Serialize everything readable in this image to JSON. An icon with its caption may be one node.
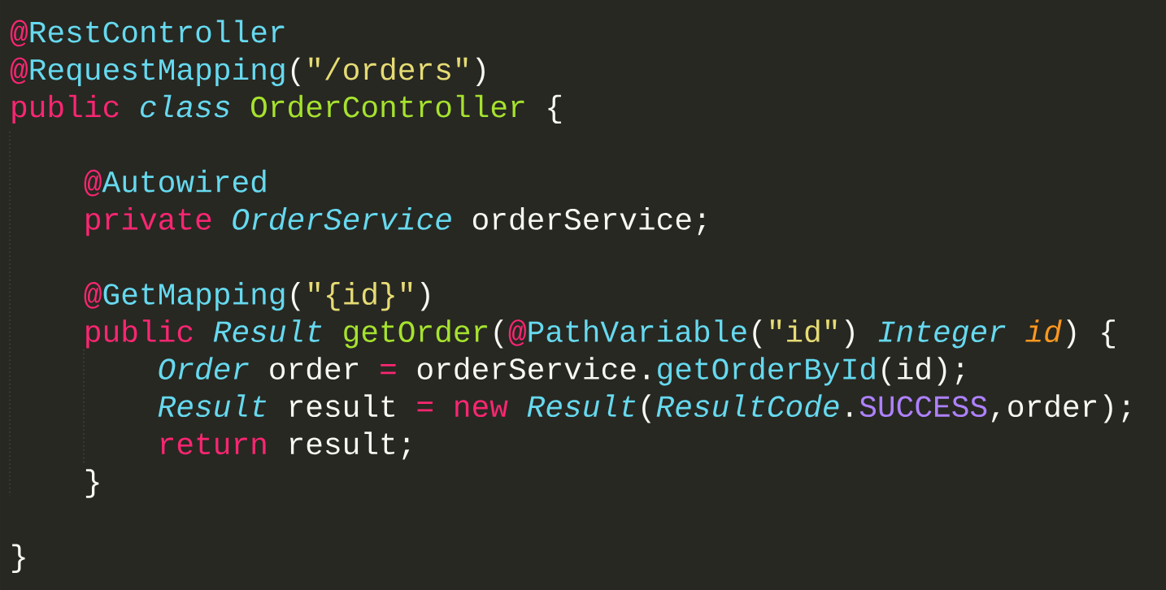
{
  "diagram": {
    "labels": [
      "@",
      "RestController",
      "@",
      "RequestMapping",
      "(",
      "\"/orders\"",
      ")",
      "public",
      "class",
      "OrderController",
      "{",
      "@",
      "Autowired",
      "private",
      "OrderService",
      "orderService;",
      "@",
      "GetMapping",
      "(",
      "\"{id}\"",
      ")",
      "public",
      "Result",
      "getOrder",
      "(",
      "@",
      "PathVariable",
      "(",
      "\"id\"",
      ")",
      "Integer",
      "id",
      ") {",
      "Order",
      "order",
      "=",
      "orderService.",
      "getOrderById",
      "(id);",
      "Result",
      "result",
      "= new",
      "Result",
      "(",
      "ResultCode",
      ".",
      "SUCCESS",
      ",order);",
      "return",
      "result;",
      "}",
      "}"
    ]
  }
}
